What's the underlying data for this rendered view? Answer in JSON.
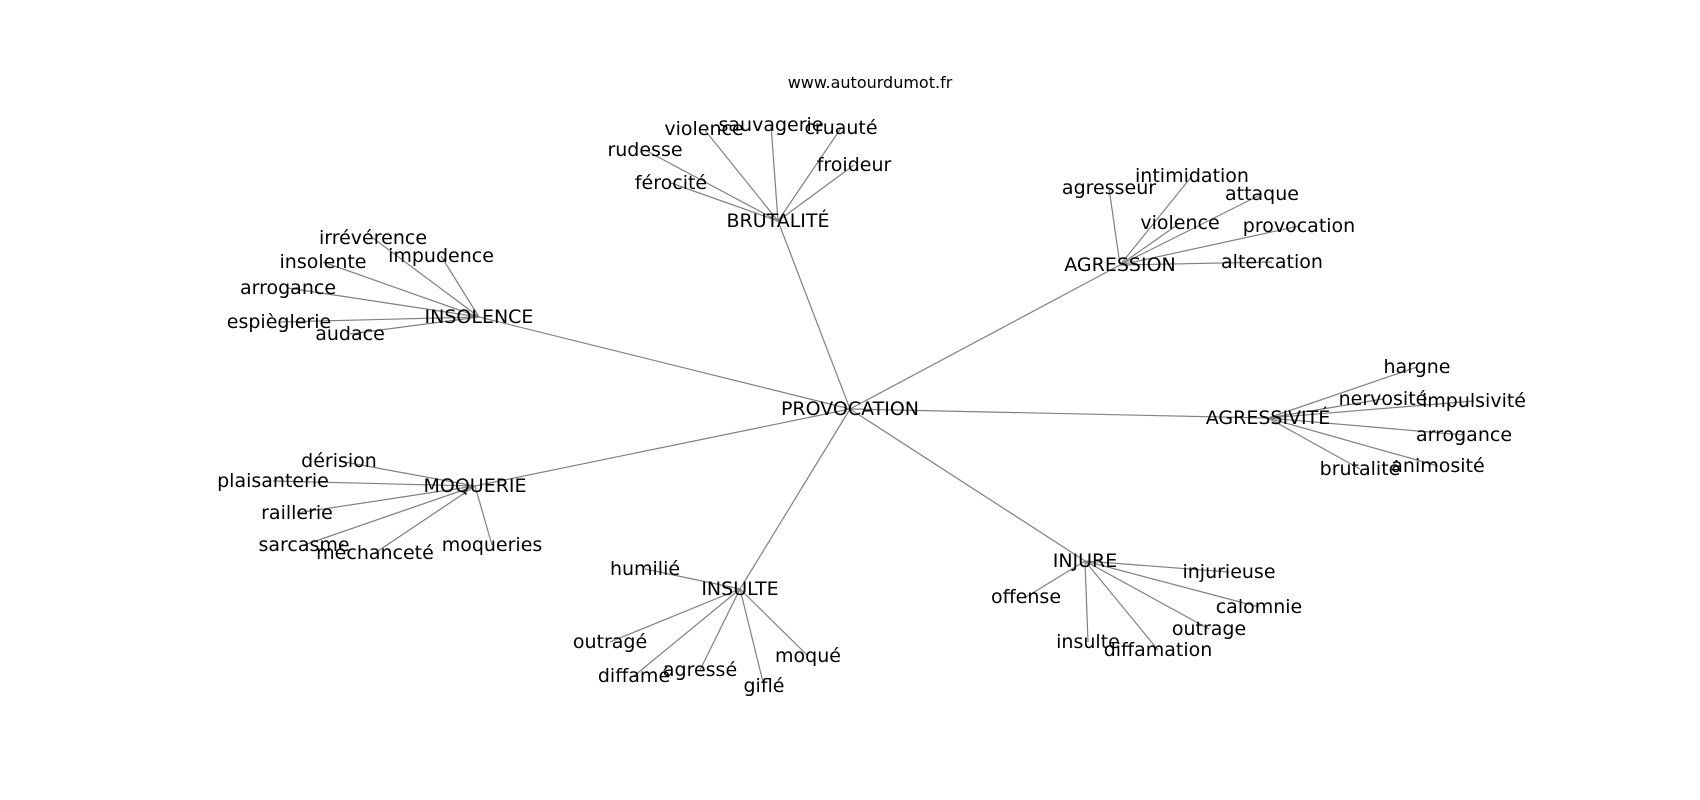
{
  "site": "www.autourdumot.fr",
  "center": {
    "label": "PROVOCATION"
  },
  "clusters": [
    {
      "label": "BRUTALITÉ",
      "words": [
        "violence",
        "sauvagerie",
        "cruauté",
        "rudesse",
        "froideur",
        "férocité"
      ]
    },
    {
      "label": "AGRESSION",
      "words": [
        "intimidation",
        "agresseur",
        "attaque",
        "violence",
        "provocation",
        "altercation"
      ]
    },
    {
      "label": "INSOLENCE",
      "words": [
        "irrévérence",
        "impudence",
        "insolente",
        "arrogance",
        "espièglerie",
        "audace"
      ]
    },
    {
      "label": "AGRESSIVITÉ",
      "words": [
        "hargne",
        "nervosité",
        "impulsivité",
        "arrogance",
        "animosité",
        "brutalité"
      ]
    },
    {
      "label": "MOQUERIE",
      "words": [
        "dérision",
        "plaisanterie",
        "raillerie",
        "sarcasme",
        "méchanceté",
        "moqueries"
      ]
    },
    {
      "label": "INSULTE",
      "words": [
        "humilié",
        "outragé",
        "diffamé",
        "agressé",
        "giflé",
        "moqué"
      ]
    },
    {
      "label": "INJURE",
      "words": [
        "injurieuse",
        "offense",
        "calomnie",
        "outrage",
        "insulte",
        "diffamation"
      ]
    }
  ]
}
